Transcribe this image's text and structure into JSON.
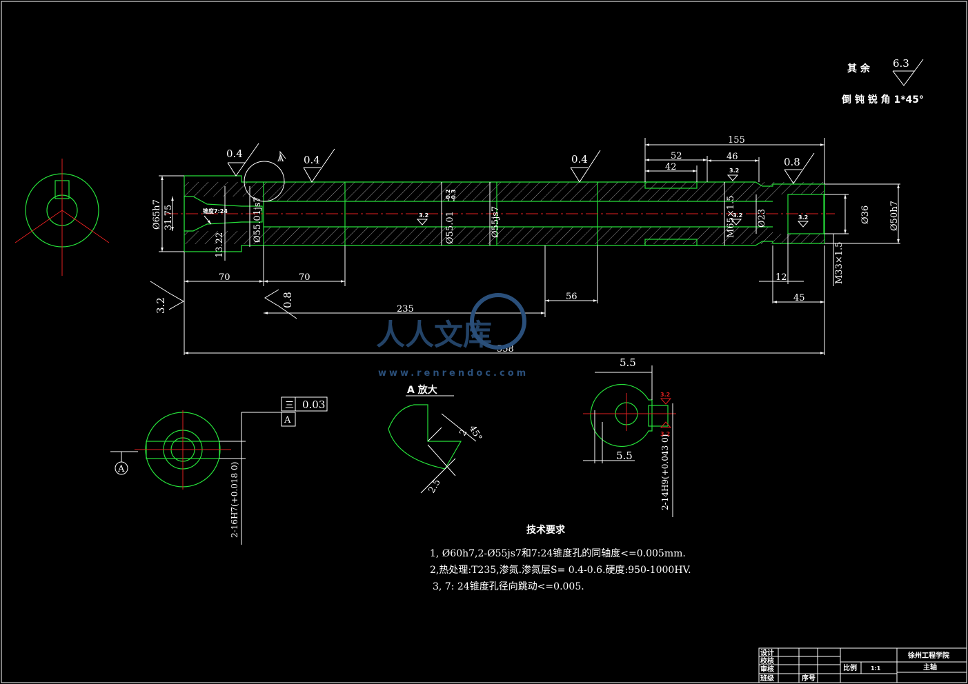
{
  "general": {
    "rest_label": "其 余",
    "rest_roughness": "6.3",
    "chamfer_note": "倒 钝 锐 角 1*45°"
  },
  "roughness": {
    "r1": "0.4",
    "r2": "0.4",
    "r3": "0.4",
    "r4": "0.8",
    "r5": "3.2",
    "r6": "0.8",
    "small": "3.2",
    "red": "3.2"
  },
  "dims": {
    "d155": "155",
    "d52": "52",
    "d46": "46",
    "d42": "42",
    "d70a": "70",
    "d70b": "70",
    "d235": "235",
    "d56": "56",
    "d558": "558",
    "d12": "12",
    "d45": "45",
    "phi65": "Ø65h7",
    "d3175": "31.75",
    "d1322": "13.22",
    "taper": "锥度7:24",
    "phi55js7_left": "Ø55.01js7",
    "phi55_mid": "Ø55.01",
    "phi55js7_mid": "Ø55js7",
    "tol_mid": "-0.2\n-0.3",
    "m65": "M65×1.5",
    "phi23": "Ø23",
    "phi36": "Ø36",
    "phi50h7": "Ø50h7",
    "m33": "M33×1.5",
    "fit_a": "A"
  },
  "views": {
    "enlarge_label": "A 放大",
    "gtol_symbol": "三",
    "gtol_value": "0.03",
    "datum": "A",
    "hole1": "2-16H7(+0.018 0)",
    "detail_45": "45°",
    "detail_2": "2",
    "detail_25": "2.5",
    "key_55a": "5.5",
    "key_55b": "5.5",
    "hole2": "2-14H9(+0.043 0)"
  },
  "tech": {
    "heading": "技术要求",
    "line1": "1, Ø60h7,2-Ø55js7和7:24锥度孔的同轴度<=0.005mm.",
    "line2": "2,热处理:T235,渗氮.渗氮层S= 0.4-0.6.硬度:950-1000HV.",
    "line3": "3, 7: 24锥度孔径向跳动<=0.005."
  },
  "watermark": {
    "main": "人人文库",
    "url": "www.renrendoc.com"
  },
  "titleblock": {
    "design": "设计",
    "check": "校核",
    "review": "审核",
    "class": "班级",
    "number": "序号",
    "scale_label": "比例",
    "scale": "1:1",
    "school": "徐州工程学院",
    "part": "主轴"
  },
  "colors": {
    "outline": "#26e03a",
    "center": "#e02020",
    "dim": "#ffffff",
    "watermark": "#2a4f7a"
  }
}
